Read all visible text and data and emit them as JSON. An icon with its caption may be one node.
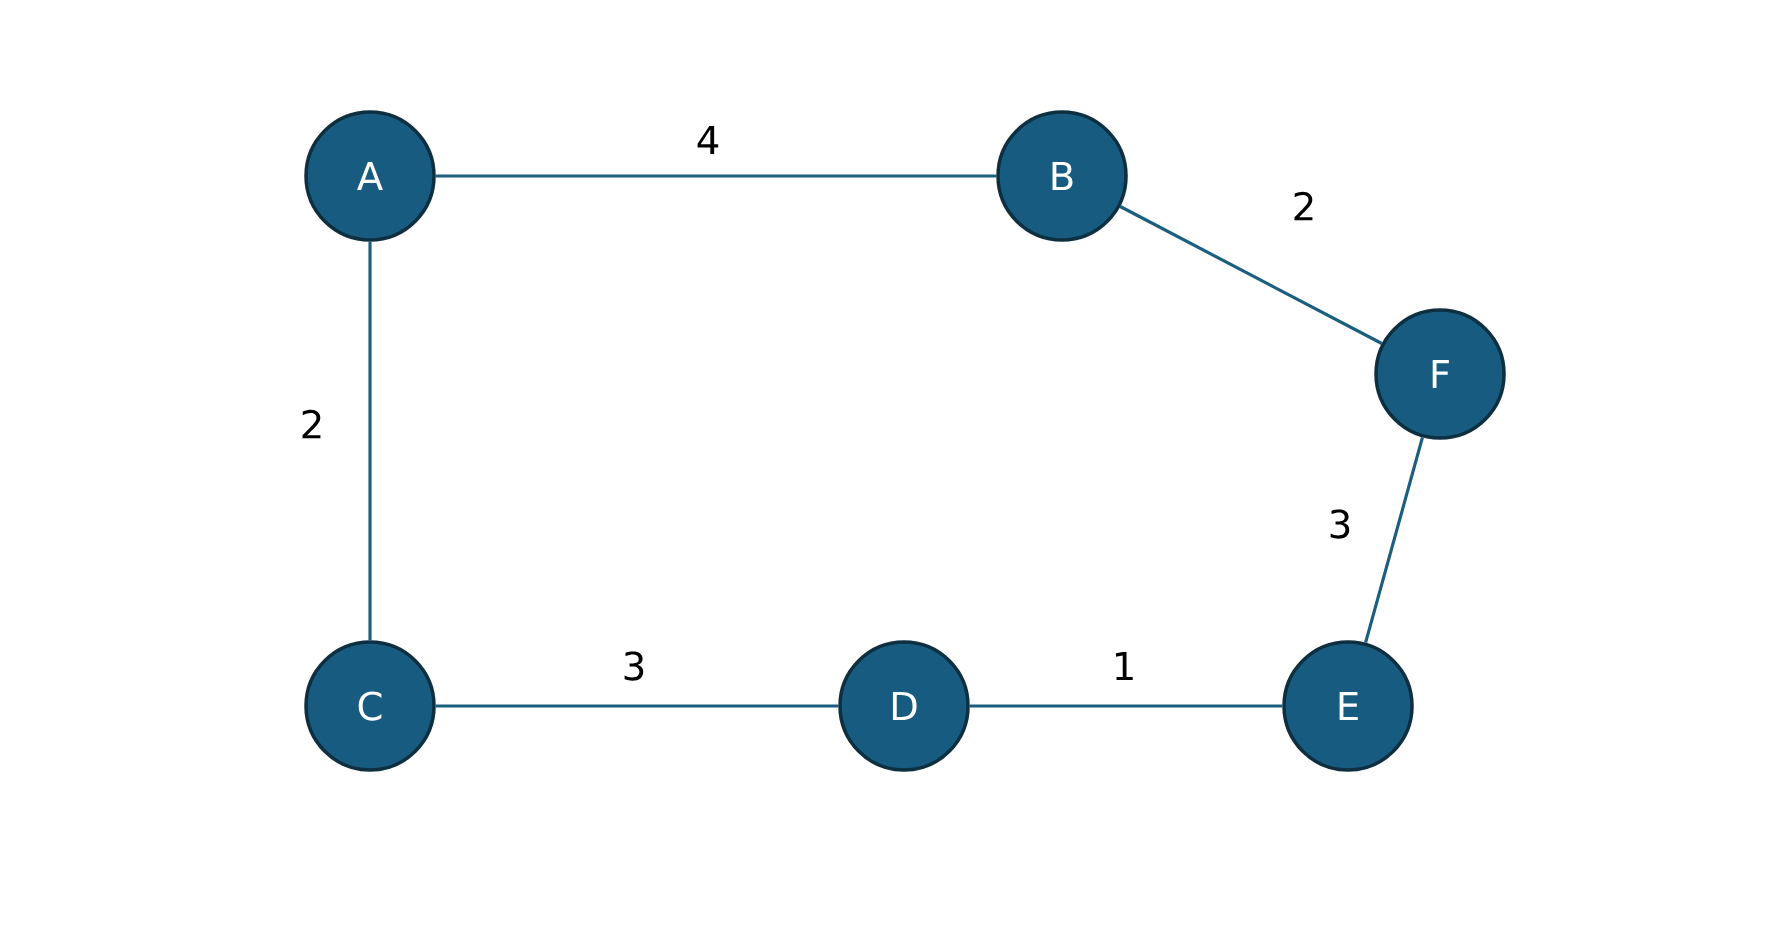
{
  "diagram": {
    "nodes": [
      {
        "text": [
          "A"
        ]
      },
      {
        "text": [
          "B"
        ]
      },
      {
        "text": [
          "F"
        ]
      },
      {
        "text": [
          "C"
        ]
      },
      {
        "text": [
          "D"
        ]
      },
      {
        "text": [
          "E"
        ]
      }
    ],
    "edges": [
      {
        "from": 0,
        "to": 1,
        "arrow": "none",
        "label": "4"
      },
      {
        "from": 1,
        "to": 2,
        "arrow": "none",
        "label": "2"
      },
      {
        "from": 0,
        "to": 3,
        "arrow": "none",
        "label": "2"
      },
      {
        "from": 3,
        "to": 4,
        "arrow": "none",
        "label": "3"
      },
      {
        "from": 4,
        "to": 5,
        "arrow": "none",
        "label": "1"
      },
      {
        "from": 2,
        "to": 5,
        "arrow": "none",
        "label": "3"
      }
    ]
  }
}
